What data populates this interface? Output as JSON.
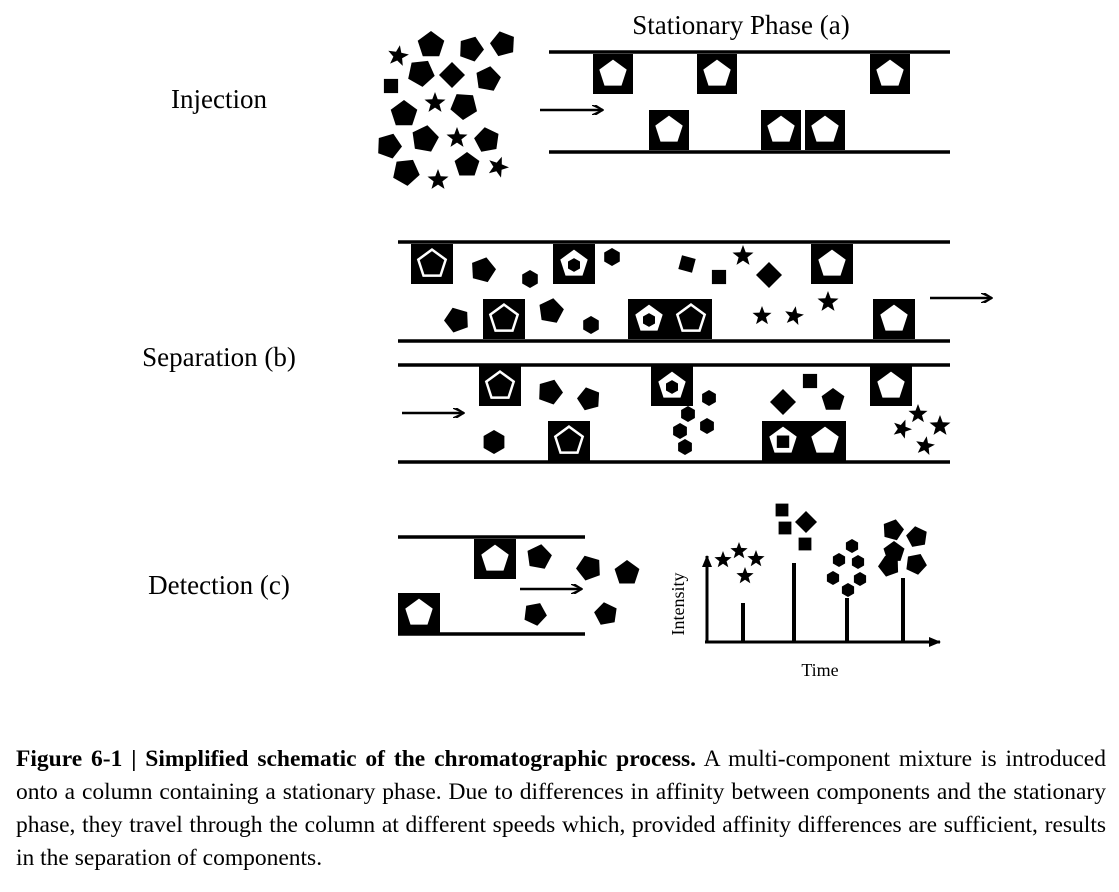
{
  "labels": {
    "stationary_phase": "Stationary Phase (a)",
    "injection": "Injection",
    "separation": "Separation (b)",
    "detection": "Detection (c)",
    "axis_y": "Intensity",
    "axis_x": "Time"
  },
  "caption": {
    "title": "Figure 6-1 | Simplified schematic of the chromatographic process.",
    "body": "A multi-component mixture is introduced onto a column containing a stationary phase. Due to differences in affinity between components and the stationary phase, they travel through the column at different speeds which, provided affinity differences are sufficient, results in the separation of components."
  },
  "colors": {
    "ink": "#000000",
    "paper": "#ffffff"
  },
  "icons": [
    "pentagon-icon",
    "hexagon-icon",
    "square-icon",
    "diamond-icon",
    "star-icon",
    "arrow-icon"
  ]
}
